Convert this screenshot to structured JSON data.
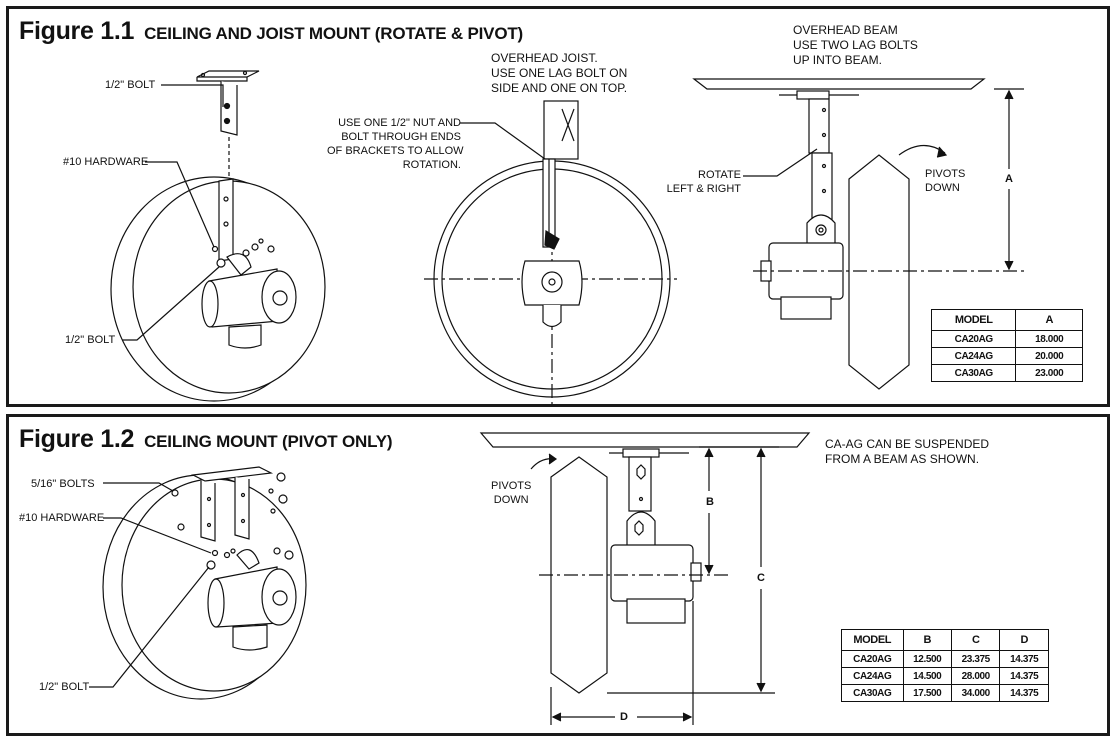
{
  "figure1": {
    "number": "Figure 1.1",
    "title": "CEILING AND JOIST MOUNT (ROTATE & PIVOT)",
    "labels": {
      "half_bolt_top": "1/2\" BOLT",
      "hardware": "#10 HARDWARE",
      "half_bolt_bottom": "1/2\" BOLT",
      "nut_bolt": [
        "USE ONE 1/2\" NUT AND",
        "BOLT THROUGH ENDS",
        "OF BRACKETS TO ALLOW",
        "ROTATION."
      ],
      "joist": [
        "OVERHEAD JOIST.",
        "USE ONE LAG BOLT ON",
        "SIDE AND ONE ON TOP."
      ],
      "beam": [
        "OVERHEAD BEAM",
        "USE TWO LAG BOLTS",
        "UP INTO BEAM."
      ],
      "rotate": [
        "ROTATE",
        "LEFT & RIGHT"
      ],
      "pivots": [
        "PIVOTS",
        "DOWN"
      ],
      "dim_a": "A"
    },
    "table": {
      "headers": [
        "MODEL",
        "A"
      ],
      "rows": [
        [
          "CA20AG",
          "18.000"
        ],
        [
          "CA24AG",
          "20.000"
        ],
        [
          "CA30AG",
          "23.000"
        ]
      ]
    }
  },
  "figure2": {
    "number": "Figure 1.2",
    "title": "CEILING MOUNT (PIVOT ONLY)",
    "labels": {
      "bolts_516": "5/16\" BOLTS",
      "hardware": "#10 HARDWARE",
      "half_bolt": "1/2\" BOLT",
      "pivots": [
        "PIVOTS",
        "DOWN"
      ],
      "note": [
        "CA-AG CAN BE SUSPENDED",
        "FROM A BEAM AS SHOWN."
      ],
      "dim_b": "B",
      "dim_c": "C",
      "dim_d": "D"
    },
    "table": {
      "headers": [
        "MODEL",
        "B",
        "C",
        "D"
      ],
      "rows": [
        [
          "CA20AG",
          "12.500",
          "23.375",
          "14.375"
        ],
        [
          "CA24AG",
          "14.500",
          "28.000",
          "14.375"
        ],
        [
          "CA30AG",
          "17.500",
          "34.000",
          "14.375"
        ]
      ]
    }
  }
}
